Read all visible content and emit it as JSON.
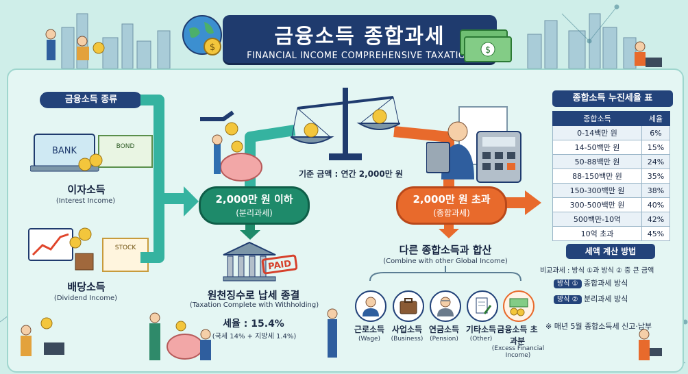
{
  "header": {
    "title": "금융소득 종합과세",
    "subtitle": "FINANCIAL INCOME COMPREHENSIVE TAXATION"
  },
  "types": {
    "heading": "금융소득 종류",
    "interest": {
      "label": "이자소득",
      "sub": "(Interest Income)",
      "bank_text": "BANK",
      "bond_text": "BOND"
    },
    "dividend": {
      "label": "배당소득",
      "sub": "(Dividend Income)",
      "stock_text": "STOCK"
    }
  },
  "threshold": "기준 금액 : 연간 2,000만 원",
  "separate": {
    "line1": "2,000만 원 이하",
    "line2": "(분리과세)",
    "result_title": "원천징수로 납세 종결",
    "result_sub": "(Taxation Complete with Withholding)",
    "rate": "세율 : 15.4%",
    "rate_detail": "(국세 14% + 지방세 1.4%)",
    "paid_stamp": "PAID"
  },
  "combined": {
    "line1": "2,000만 원 초과",
    "line2": "(종합과세)",
    "combine_title": "다른 종합소득과 합산",
    "combine_sub": "(Combine with other Global Income)"
  },
  "incomes": [
    {
      "label": "근로소득",
      "sub": "(Wage)"
    },
    {
      "label": "사업소득",
      "sub": "(Business)"
    },
    {
      "label": "연금소득",
      "sub": "(Pension)"
    },
    {
      "label": "기타소득",
      "sub": "(Other)"
    },
    {
      "label": "금융소득 초과분",
      "sub": "(Excess Financial Income)"
    }
  ],
  "rate_table": {
    "title": "종합소득 누진세율 표",
    "col1": "종합소득",
    "col2": "세율",
    "rows": [
      {
        "range": "0-14백만 원",
        "rate": "6%"
      },
      {
        "range": "14-50백만 원",
        "rate": "15%"
      },
      {
        "range": "50-88백만 원",
        "rate": "24%"
      },
      {
        "range": "88-150백만 원",
        "rate": "35%"
      },
      {
        "range": "150-300백만 원",
        "rate": "38%"
      },
      {
        "range": "300-500백만 원",
        "rate": "40%"
      },
      {
        "range": "500백만-10억",
        "rate": "42%"
      },
      {
        "range": "10억 초과",
        "rate": "45%"
      }
    ]
  },
  "method": {
    "title": "세액 계산 방법",
    "compare": "비교과세 : 방식 ①과 방식 ② 중 큰 금액",
    "m1_tag": "방식 ①",
    "m1_text": "종합과세 방식",
    "m2_tag": "방식 ②",
    "m2_text": "분리과세 방식",
    "note": "※ 매년 5월 종합소득세 신고·납부"
  },
  "colors": {
    "navy": "#23437a",
    "green": "#1e8a6a",
    "orange": "#e86a2c",
    "background": "#cfeee9"
  }
}
